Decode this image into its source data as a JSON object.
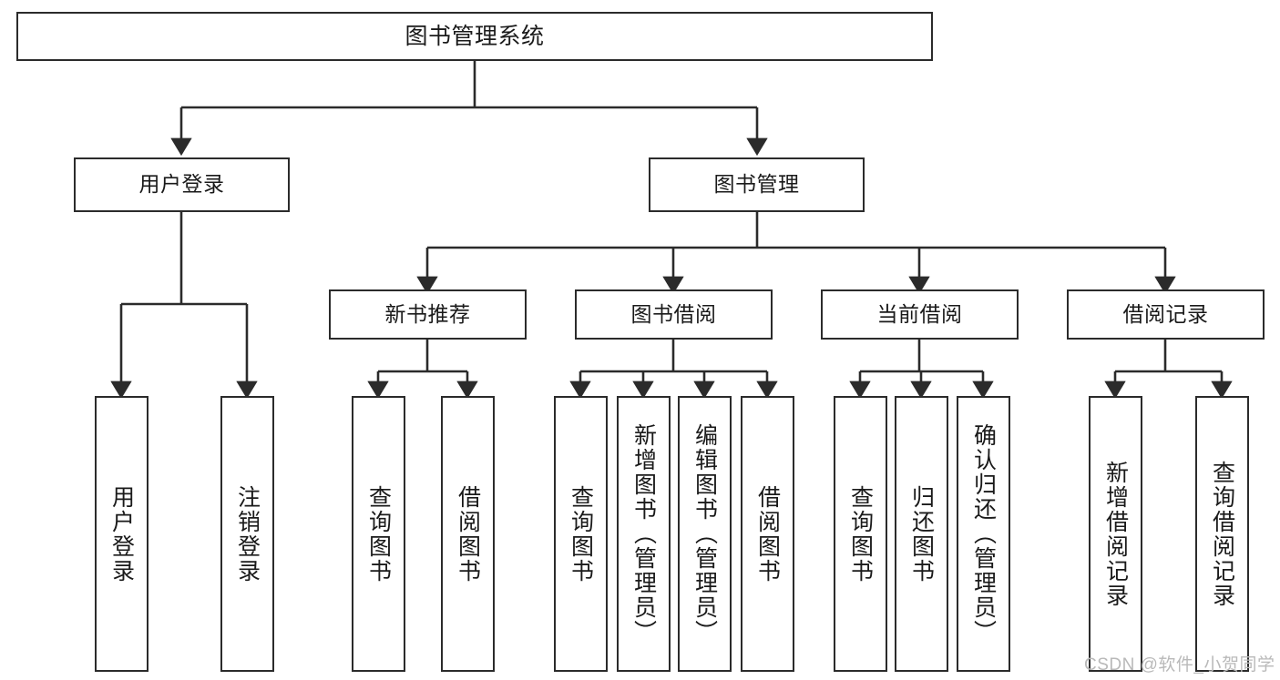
{
  "diagram": {
    "type": "tree",
    "title": "图书管理系统",
    "root": {
      "label": "图书管理系统"
    },
    "level1": [
      {
        "label": "用户登录"
      },
      {
        "label": "图书管理"
      }
    ],
    "level2": [
      {
        "label": "新书推荐"
      },
      {
        "label": "图书借阅"
      },
      {
        "label": "当前借阅"
      },
      {
        "label": "借阅记录"
      }
    ],
    "leaves": {
      "user_login": [
        {
          "label": "用户登录"
        },
        {
          "label": "注销登录"
        }
      ],
      "new_book_recommend": [
        {
          "label": "查询图书"
        },
        {
          "label": "借阅图书"
        }
      ],
      "book_borrow": [
        {
          "label": "查询图书"
        },
        {
          "label": "新增图书（管理员）"
        },
        {
          "label": "编辑图书（管理员）"
        },
        {
          "label": "借阅图书"
        }
      ],
      "current_borrow": [
        {
          "label": "查询图书"
        },
        {
          "label": "归还图书"
        },
        {
          "label": "确认归还（管理员）"
        }
      ],
      "borrow_record": [
        {
          "label": "新增借阅记录"
        },
        {
          "label": "查询借阅记录"
        }
      ]
    }
  },
  "watermark": {
    "text": "CSDN @软件_小贺同学"
  },
  "colors": {
    "stroke": "#2b2b2b",
    "fill": "#ffffff",
    "text": "#1a1a1a",
    "watermark": "#b9b9b9"
  }
}
